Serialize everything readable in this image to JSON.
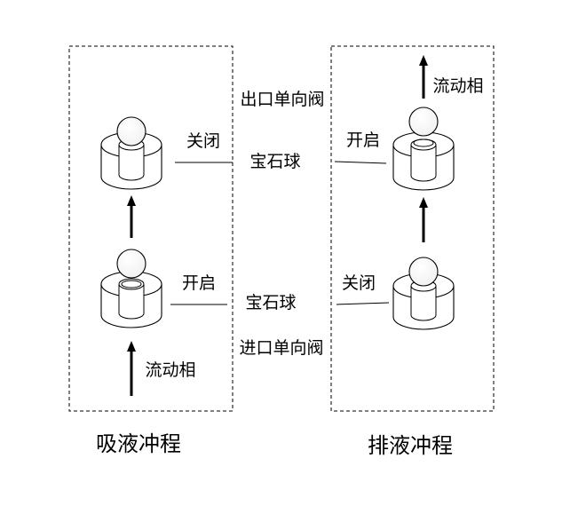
{
  "labels": {
    "outlet_valve": "出口单向阀",
    "inlet_valve": "进口单向阀",
    "gem_ball": "宝石球",
    "open": "开启",
    "closed": "关闭",
    "mobile_phase": "流动相"
  },
  "panels": {
    "suction": {
      "title": "吸液冲程"
    },
    "discharge": {
      "title": "排液冲程"
    }
  }
}
